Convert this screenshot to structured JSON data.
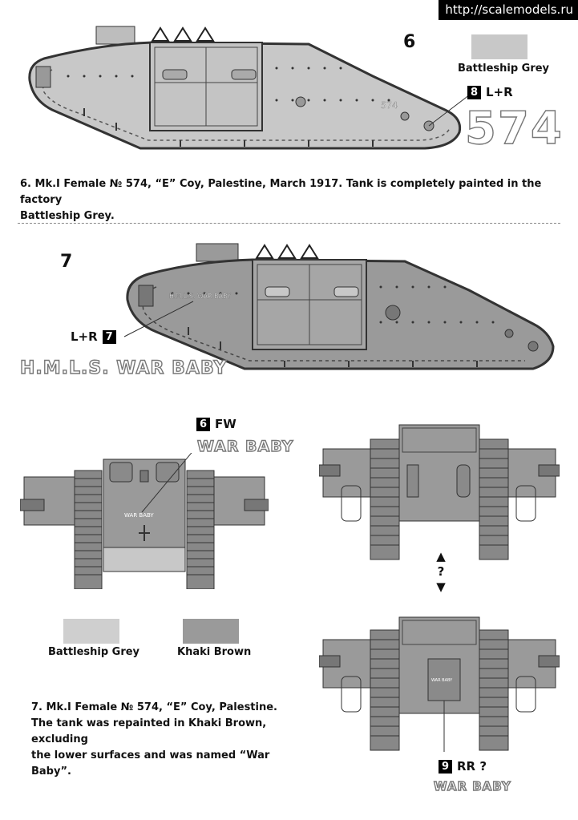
{
  "watermark": "http://scalemodels.ru",
  "profile6": {
    "number": "6",
    "hull_number": "574",
    "hull_number_large": "574",
    "decal_tag": {
      "id": "8",
      "label": "L+R"
    },
    "color_swatch": {
      "name": "Battleship Grey",
      "color": "#c8c8c8"
    },
    "caption_line1": "6. Mk.I Female № 574, “E” Coy, Palestine, March 1917. Tank is completely painted in the factory",
    "caption_line2": "Battleship Grey."
  },
  "profile7": {
    "number": "7",
    "hull_marking": "H.M.L.S. WAR BABY",
    "decal_tag": {
      "id": "7",
      "label": "L+R"
    },
    "large_marking": "H.M.L.S.  WAR BABY"
  },
  "front_view": {
    "decal_tag": {
      "id": "6",
      "label": "FW"
    },
    "large_marking": "WAR BABY",
    "small_marking": "WAR BABY"
  },
  "rear_views": {
    "arrow_up": "▲",
    "question": "?",
    "arrow_down": "▼",
    "decal_tag": {
      "id": "9",
      "label": "RR ?"
    },
    "large_marking": "WAR BABY",
    "small_marking": "WAR BABY"
  },
  "legend": {
    "items": [
      {
        "name": "Battleship Grey",
        "color": "#cfcfcf"
      },
      {
        "name": "Khaki Brown",
        "color": "#9a9a9a"
      }
    ]
  },
  "caption7": {
    "line1": "7. Mk.I Female № 574, “E” Coy, Palestine.",
    "line2": "The tank was repainted in Khaki Brown, excluding",
    "line3": "the lower surfaces and was named “War Baby”."
  },
  "colors": {
    "grey_light": "#c8c8c8",
    "khaki": "#9a9a9a",
    "dark": "#3a3a3a"
  }
}
